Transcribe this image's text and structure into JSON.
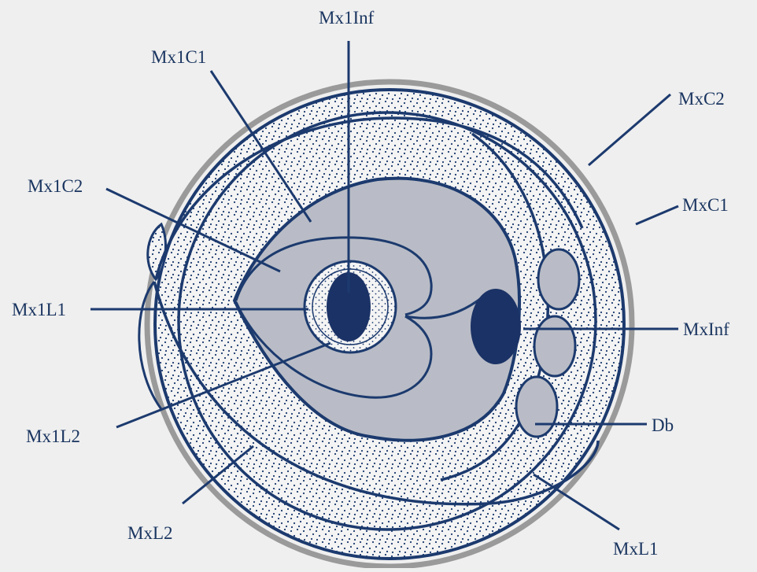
{
  "diagram": {
    "labels": {
      "mx1inf": "Mx1Inf",
      "mx1c1": "Mx1C1",
      "mx1c2": "Mx1C2",
      "mx1l1": "Mx1L1",
      "mx1l2": "Mx1L2",
      "mxl2": "MxL2",
      "mxc2": "MxC2",
      "mxc1": "MxC1",
      "mxinf": "MxInf",
      "db": "Db",
      "mxl1": "MxL1"
    },
    "colors": {
      "background": "#efefef",
      "outline": "#1c3a6e",
      "outer_halo": "#9a9a9a",
      "fill_gray": "#b9bcc6",
      "stipple_bg": "#f4f4f4",
      "nerve_dark": "#1b3266",
      "label_text": "#1a3560"
    }
  }
}
